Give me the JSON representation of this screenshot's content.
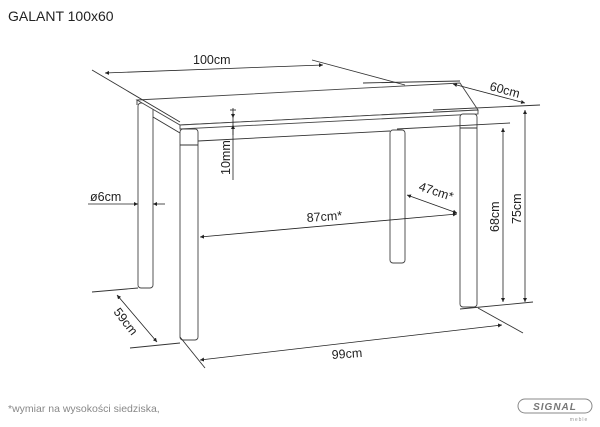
{
  "title": "GALANT 100x60",
  "dimensions": {
    "length": "100cm",
    "width": "60cm",
    "height": "75cm",
    "leg_height": "68cm",
    "top_thickness": "10mm",
    "leg_diameter": "ø6cm",
    "inner_width": "47cm*",
    "inner_length": "87cm*",
    "leg_span_length": "99cm",
    "leg_span_width": "59cm"
  },
  "footnote": "*wymiar na wysokości siedziska,",
  "logo": {
    "brand": "SIGNAL",
    "sub": "meble"
  }
}
